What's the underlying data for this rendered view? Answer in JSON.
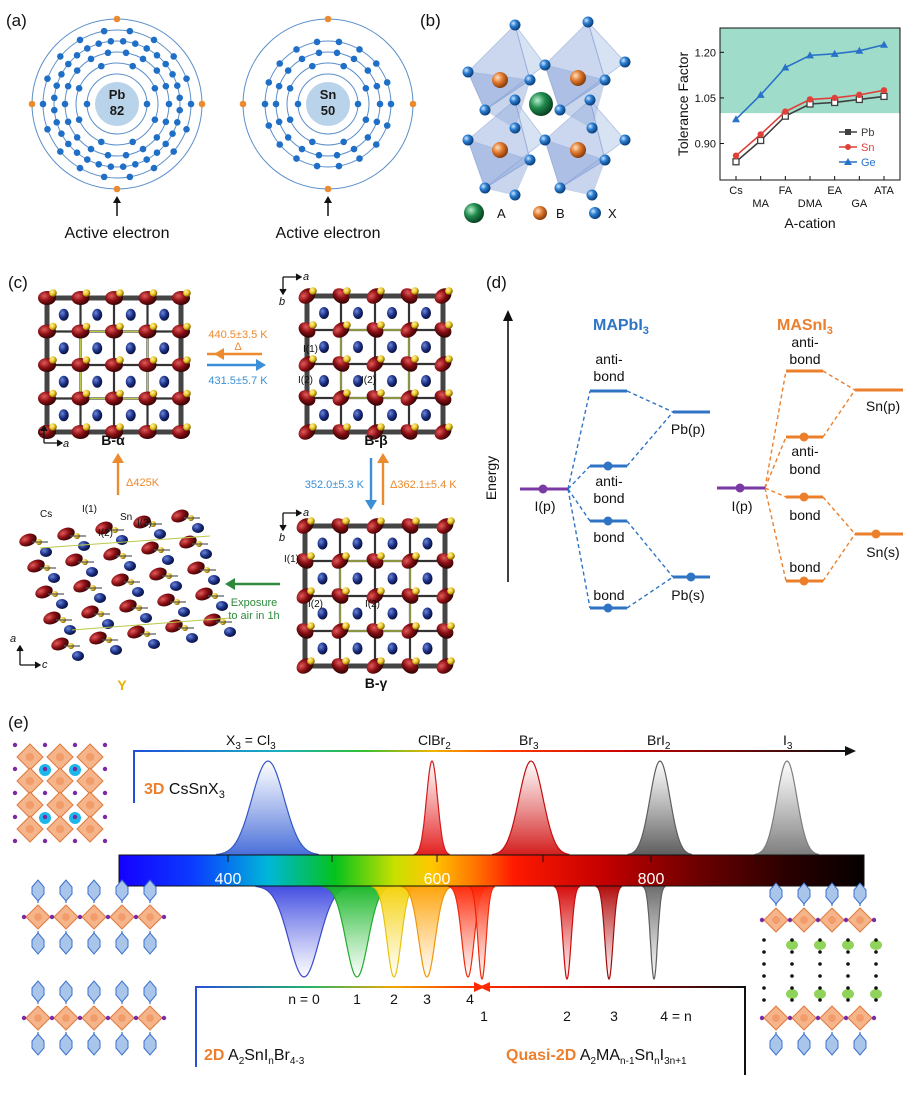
{
  "panel_labels": {
    "a": "(a)",
    "b": "(b)",
    "c": "(c)",
    "d": "(d)",
    "e": "(e)"
  },
  "panel_a": {
    "atoms": [
      {
        "symbol": "Pb",
        "number": "82",
        "shells": [
          2,
          8,
          18,
          32,
          18,
          4
        ]
      },
      {
        "symbol": "Sn",
        "number": "50",
        "shells": [
          2,
          8,
          18,
          18,
          4
        ]
      }
    ],
    "caption": "Active electron",
    "colors": {
      "electron": "#1f6fc7",
      "active": "#ec8a2f",
      "nucleus": "#b9d3ea",
      "orbit": "#5b8fc9"
    }
  },
  "panel_b": {
    "legend": [
      {
        "label": "A",
        "color": "#1f8a4c"
      },
      {
        "label": "B",
        "color": "#e0782c"
      },
      {
        "label": "X",
        "color": "#2b7fd3"
      }
    ],
    "chart_data": {
      "type": "line",
      "categories": [
        "Cs",
        "MA",
        "FA",
        "DMA",
        "EA",
        "GA",
        "ATA"
      ],
      "series": [
        {
          "name": "Pb",
          "color": "#404040",
          "marker": "square",
          "values": [
            0.84,
            0.91,
            0.99,
            1.03,
            1.035,
            1.045,
            1.055
          ]
        },
        {
          "name": "Sn",
          "color": "#e0403a",
          "marker": "circle",
          "values": [
            0.86,
            0.93,
            1.005,
            1.045,
            1.05,
            1.06,
            1.075
          ]
        },
        {
          "name": "Ge",
          "color": "#2a72c8",
          "marker": "triangle",
          "values": [
            0.98,
            1.06,
            1.15,
            1.19,
            1.195,
            1.205,
            1.225
          ]
        }
      ],
      "ylabel": "Tolerance Factor",
      "xlabel": "A-cation",
      "yticks": [
        "0.90",
        "1.05",
        "1.20"
      ],
      "ylim": [
        0.78,
        1.28
      ],
      "shade_range": [
        1.0,
        1.28
      ],
      "shade_color": "#9fdcca"
    }
  },
  "panel_c": {
    "phases": {
      "alpha": "B-α",
      "beta": "B-β",
      "gamma": "B-γ",
      "y": "Y"
    },
    "arrows": {
      "alpha_beta_heat": "440.5±3.5 K",
      "delta": "Δ",
      "beta_alpha": "431.5±5.7 K",
      "beta_gamma": "352.0±5.3 K",
      "gamma_beta": "Δ362.1±5.4 K",
      "y_alpha": "Δ425K",
      "air_line1": "Exposure",
      "air_line2": "to air in 1h"
    },
    "atom_labels": {
      "cs": "Cs",
      "i1": "I(1)",
      "i2": "I(2)",
      "i3": "I(3)",
      "sn": "Sn"
    },
    "axes": {
      "a": "a",
      "b": "b",
      "c": "c"
    }
  },
  "panel_d": {
    "energy_label": "Energy",
    "left": {
      "title": "MAPbI",
      "title_sub": "3",
      "color": "#2f73c5",
      "levels": {
        "ip": "I(p)",
        "pbp": "Pb(p)",
        "pbs": "Pb(s)",
        "antibond_top": "anti-",
        "antibond_bot": "bond",
        "anti2_top": "anti-",
        "anti2_bot": "bond",
        "bond": "bond",
        "bond2": "bond"
      }
    },
    "right": {
      "title": "MASnI",
      "title_sub": "3",
      "color": "#ec7f2c",
      "levels": {
        "ip": "I(p)",
        "snp": "Sn(p)",
        "sns": "Sn(s)",
        "antibond_top": "anti-",
        "antibond_bot": "bond",
        "anti2_top": "anti-",
        "anti2_bot": "bond",
        "bond": "bond",
        "bond2": "bond"
      }
    },
    "ip_color": "#7a3aa5"
  },
  "panel_e": {
    "top_label_pre": "X",
    "top_label_sub": "3",
    "top_label_post": " = Cl",
    "top_label_sub2": "3",
    "top_peaks": [
      {
        "label": "ClBr",
        "sub": "2"
      },
      {
        "label": "Br",
        "sub": "3"
      },
      {
        "label": "BrI",
        "sub": "2"
      },
      {
        "label": "I",
        "sub": "3"
      }
    ],
    "spectrum_ticks": [
      "400",
      "600",
      "800"
    ],
    "bottom_n_2d": [
      "n = 0",
      "1",
      "2",
      "3",
      "4"
    ],
    "bottom_n_quasi": [
      "1",
      "2",
      "3",
      "4 = n"
    ],
    "label_3d_bold": "3D",
    "label_3d_text": " CsSnX",
    "label_3d_sub": "3",
    "label_2d_bold": "2D",
    "label_2d_text": " A",
    "label_2d_sub1": "2",
    "label_2d_mid": "SnI",
    "label_2d_sub2": "n",
    "label_2d_mid2": "Br",
    "label_2d_sub3": "4-3",
    "label_q_bold": "Quasi-2D",
    "label_q_text": " A",
    "label_q_sub1": "2",
    "label_q_mid": "MA",
    "label_q_sub2": "n-1",
    "label_q_mid2": "Sn",
    "label_q_sub3": "n",
    "label_q_mid3": "I",
    "label_q_sub4": "3n+1",
    "colors": {
      "bold": "#ec7f2c"
    }
  }
}
